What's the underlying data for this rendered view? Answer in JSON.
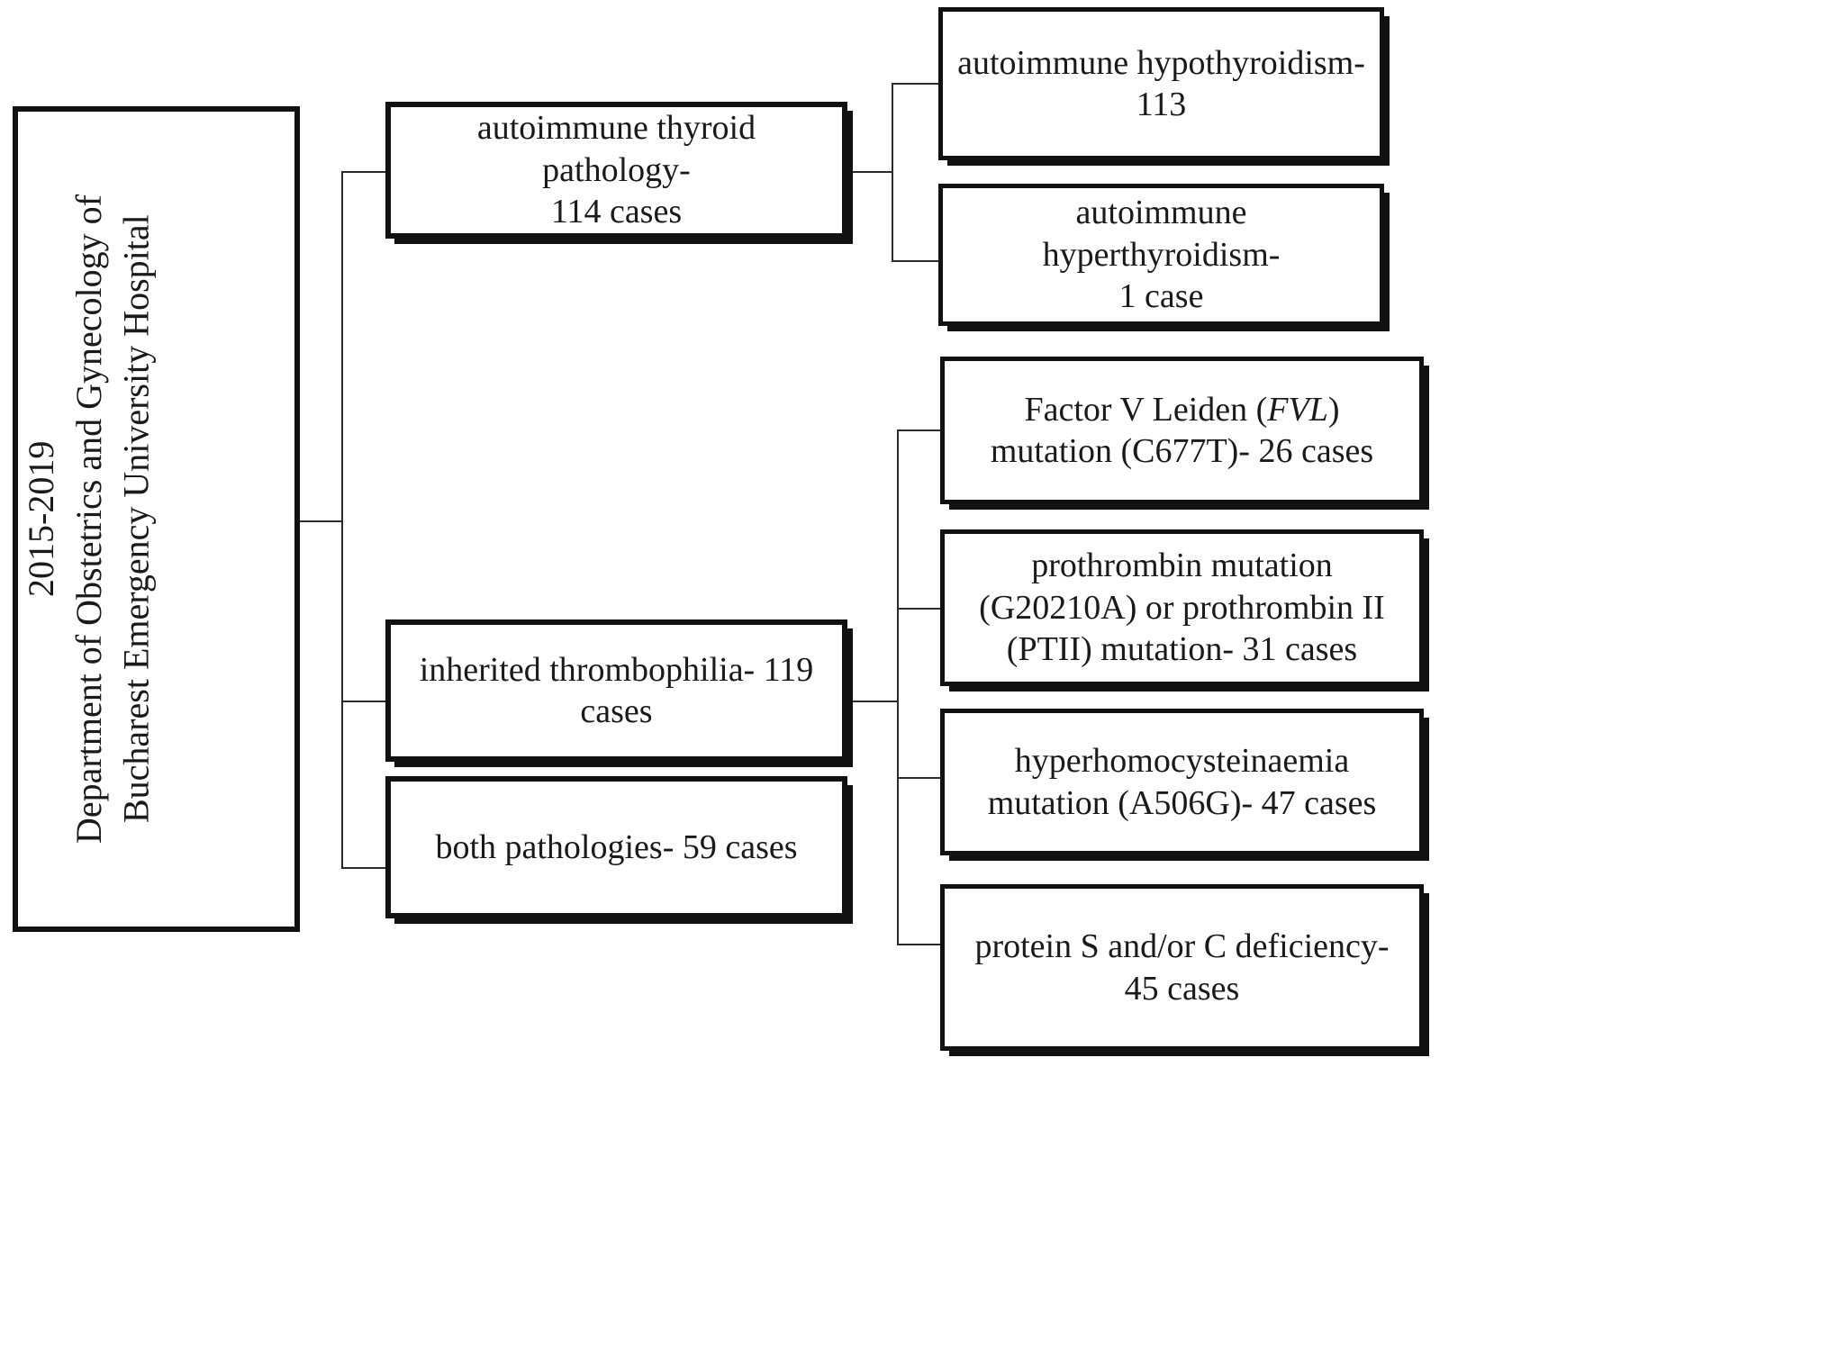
{
  "diagram": {
    "type": "flowchart",
    "orientation": "left-to-right",
    "root": {
      "id": "study-population",
      "line1": "2015-2019",
      "line2": "Department of Obstetrics and Gynecology of",
      "line3": "Bucharest Emergency University Hospital",
      "text_orientation": "vertical-rotated-90ccw"
    },
    "level1": [
      {
        "id": "autoimmune-thyroid-pathology",
        "line1": "autoimmune thyroid pathology-",
        "line2": "114 cases",
        "count": 114
      },
      {
        "id": "inherited-thrombophilia",
        "line1": "inherited thrombophilia- 119",
        "line2": "cases",
        "count": 119
      },
      {
        "id": "both-pathologies",
        "line1": "both pathologies- 59 cases",
        "line2": "",
        "count": 59
      }
    ],
    "thyroid_children": [
      {
        "id": "autoimmune-hypothyroidism",
        "line1": "autoimmune hypothyroidism-",
        "line2": "113",
        "count": 113
      },
      {
        "id": "autoimmune-hyperthyroidism",
        "line1": "autoimmune hyperthyroidism-",
        "line2": "1 case",
        "count": 1
      }
    ],
    "thrombophilia_children": [
      {
        "id": "factor-v-leiden",
        "pre": "Factor V Leiden (",
        "italic": "FVL",
        "post": ")",
        "line2": "mutation (C677T)- 26 cases",
        "line3": "",
        "count": 26
      },
      {
        "id": "prothrombin-mutation",
        "pre": "prothrombin mutation",
        "italic": "",
        "post": "",
        "line2": "(G20210A) or prothrombin II",
        "line3": "(PTII) mutation- 31 cases",
        "count": 31
      },
      {
        "id": "hyperhomocysteinaemia",
        "pre": "hyperhomocysteinaemia",
        "italic": "",
        "post": "",
        "line2": "mutation (A506G)- 47 cases",
        "line3": "",
        "count": 47
      },
      {
        "id": "protein-s-c-deficiency",
        "pre": "protein S and/or C deficiency-",
        "italic": "",
        "post": "",
        "line2": "45 cases",
        "line3": "",
        "count": 45
      }
    ]
  },
  "colors": {
    "border": "#111111",
    "connector": "#2b2b2b",
    "background": "#ffffff",
    "text": "#1a1a1a"
  }
}
